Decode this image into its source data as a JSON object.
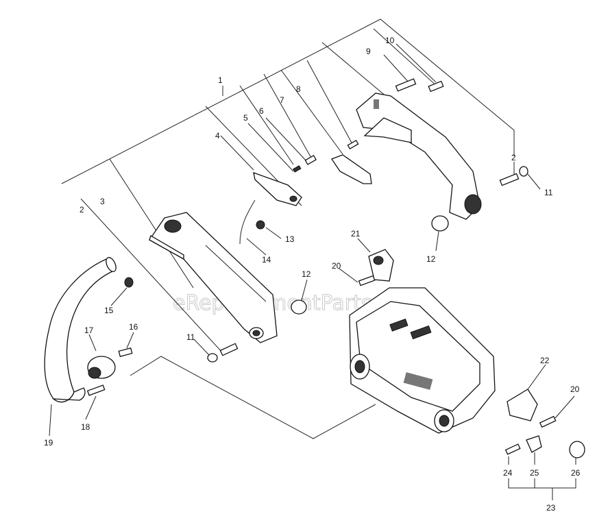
{
  "watermark": "eReplacementParts.com",
  "callouts": {
    "c1": "1",
    "c2a": "2",
    "c2b": "2",
    "c3": "3",
    "c4": "4",
    "c5": "5",
    "c6": "6",
    "c7": "7",
    "c8": "8",
    "c9": "9",
    "c10": "10",
    "c11a": "11",
    "c11b": "11",
    "c12a": "12",
    "c12b": "12",
    "c13": "13",
    "c14": "14",
    "c15": "15",
    "c16": "16",
    "c17": "17",
    "c18": "18",
    "c19": "19",
    "c20a": "20",
    "c20b": "20",
    "c21": "21",
    "c22": "22",
    "c23": "23",
    "c24": "24",
    "c25": "25",
    "c26": "26"
  }
}
